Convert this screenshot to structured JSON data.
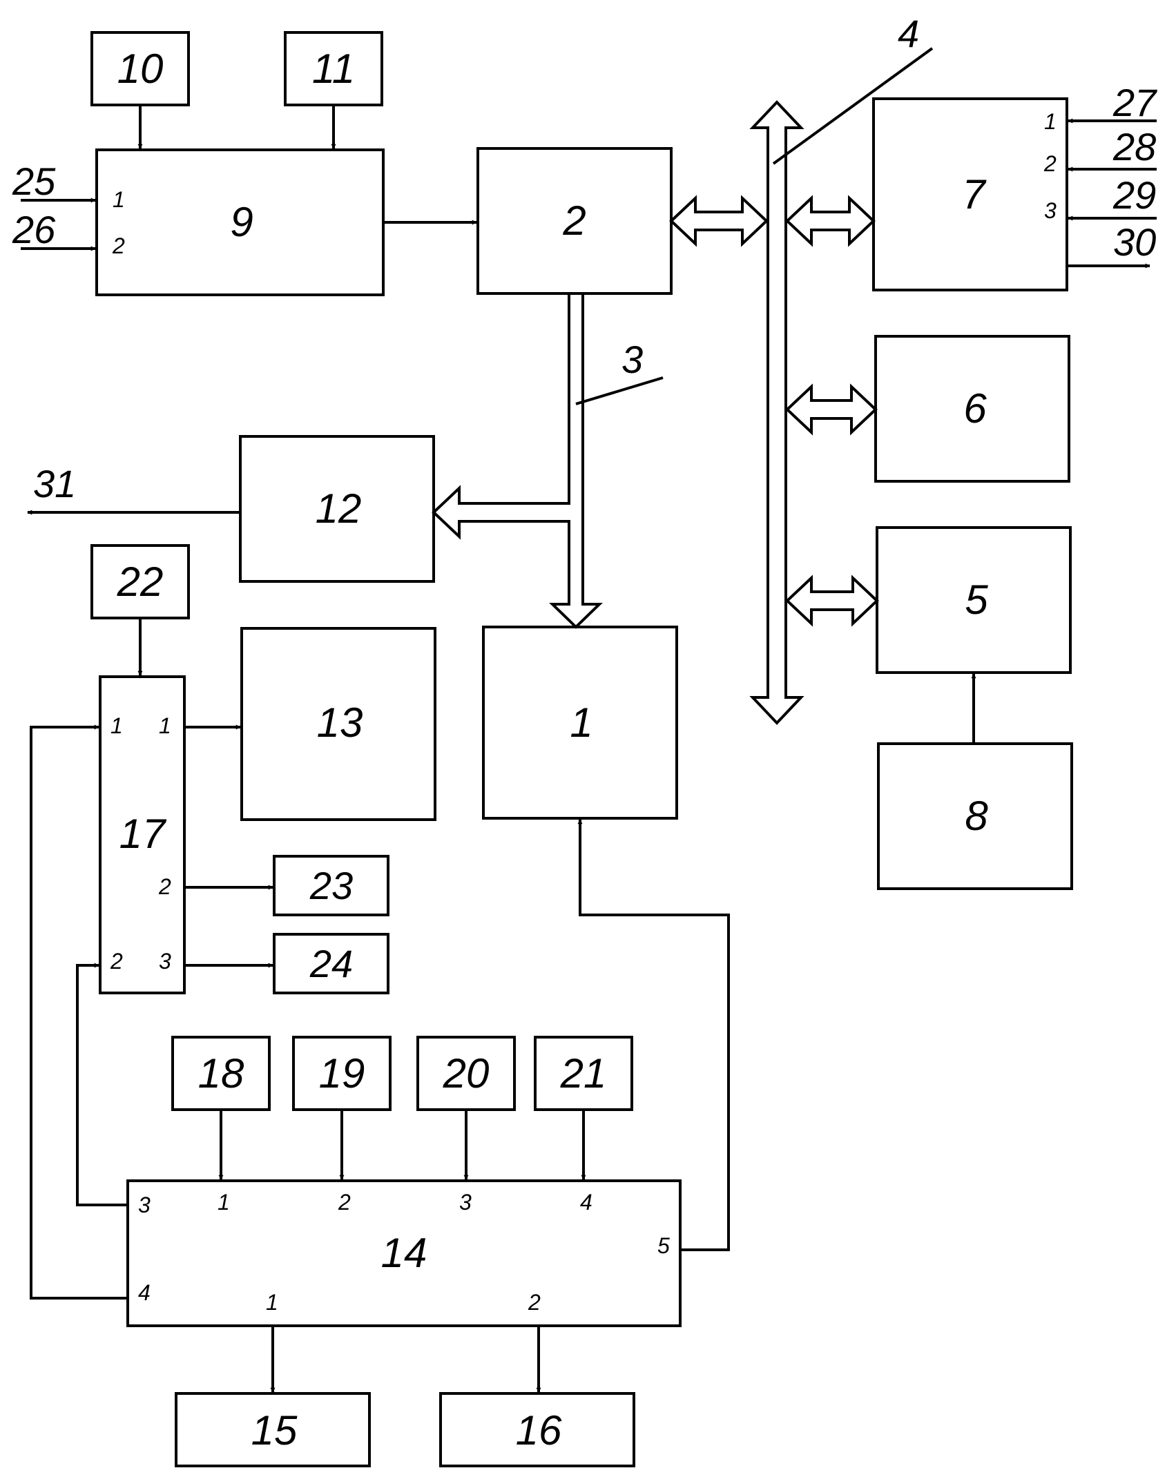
{
  "blocks": [
    {
      "id": "1"
    },
    {
      "id": "2"
    },
    {
      "id": "5"
    },
    {
      "id": "6"
    },
    {
      "id": "7"
    },
    {
      "id": "8"
    },
    {
      "id": "9"
    },
    {
      "id": "10"
    },
    {
      "id": "11"
    },
    {
      "id": "12"
    },
    {
      "id": "13"
    },
    {
      "id": "14"
    },
    {
      "id": "15"
    },
    {
      "id": "16"
    },
    {
      "id": "17"
    },
    {
      "id": "18"
    },
    {
      "id": "19"
    },
    {
      "id": "20"
    },
    {
      "id": "21"
    },
    {
      "id": "22"
    },
    {
      "id": "23"
    },
    {
      "id": "24"
    }
  ],
  "bus_labels": {
    "bus_3": "3",
    "bus_4": "4"
  },
  "signals": {
    "s25": "25",
    "s26": "26",
    "s27": "27",
    "s28": "28",
    "s29": "29",
    "s30": "30",
    "s31": "31"
  },
  "ports": {
    "b9_in1": "1",
    "b9_in2": "2",
    "b7_in1": "1",
    "b7_in2": "2",
    "b7_in3": "3",
    "b17_in1": "1",
    "b17_in2": "2",
    "b17_out1": "1",
    "b17_out2": "2",
    "b17_out3": "3",
    "b14_in1": "1",
    "b14_in2": "2",
    "b14_in3": "3",
    "b14_in4": "4",
    "b14_out3": "3",
    "b14_out4": "4",
    "b14_out5": "5",
    "b14_out1": "1",
    "b14_out2": "2"
  }
}
